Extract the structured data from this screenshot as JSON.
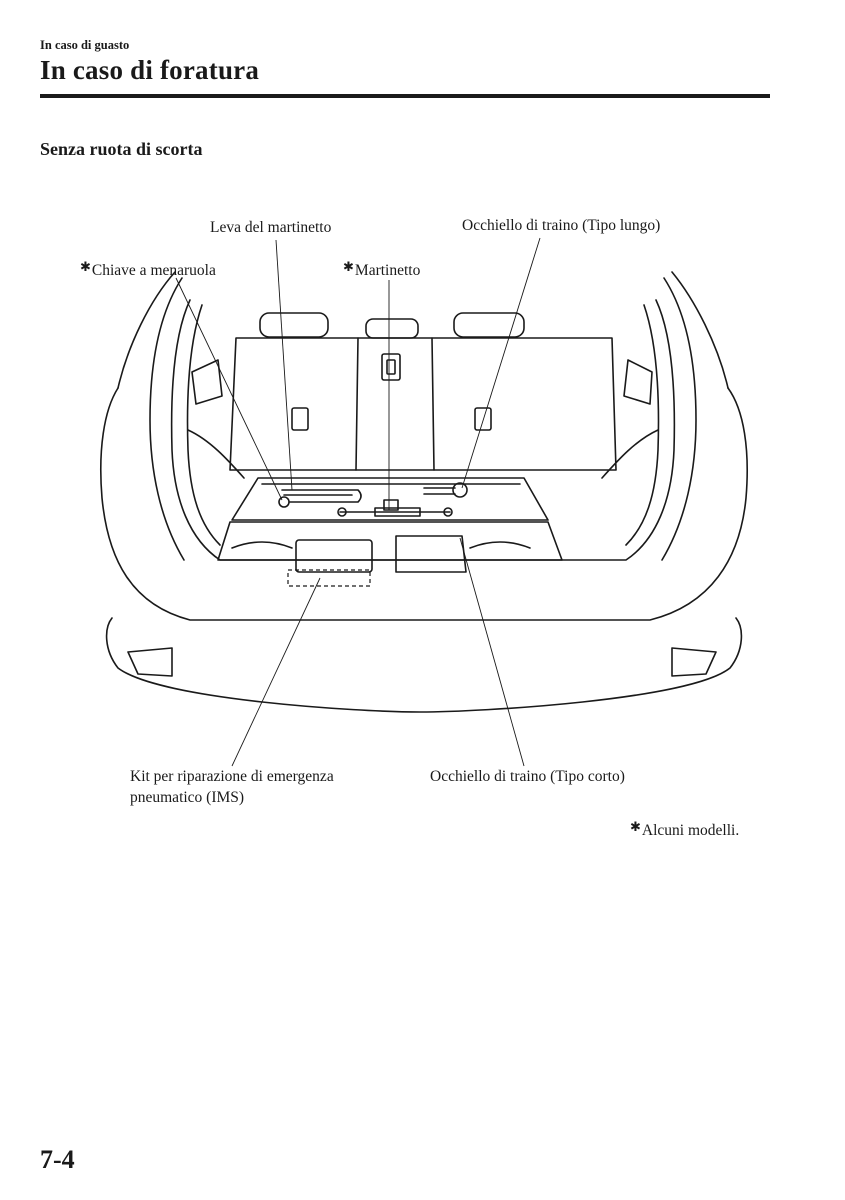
{
  "header": {
    "section_label": "In caso di guasto",
    "title": "In caso di foratura"
  },
  "subheading": "Senza ruota di scorta",
  "figure": {
    "asterisk": "✱",
    "callouts": {
      "jack_lever": "Leva del martinetto",
      "lug_wrench": "Chiave a menaruola",
      "jack": "Martinetto",
      "towing_eye_long": "Occhiello di traino (Tipo lungo)",
      "ims_line1": "Kit per riparazione di emergenza",
      "ims_line2": "pneumatico (IMS)",
      "towing_eye_short": "Occhiello di traino (Tipo corto)"
    }
  },
  "footnote": "Alcuni modelli.",
  "page_number": "7-4"
}
